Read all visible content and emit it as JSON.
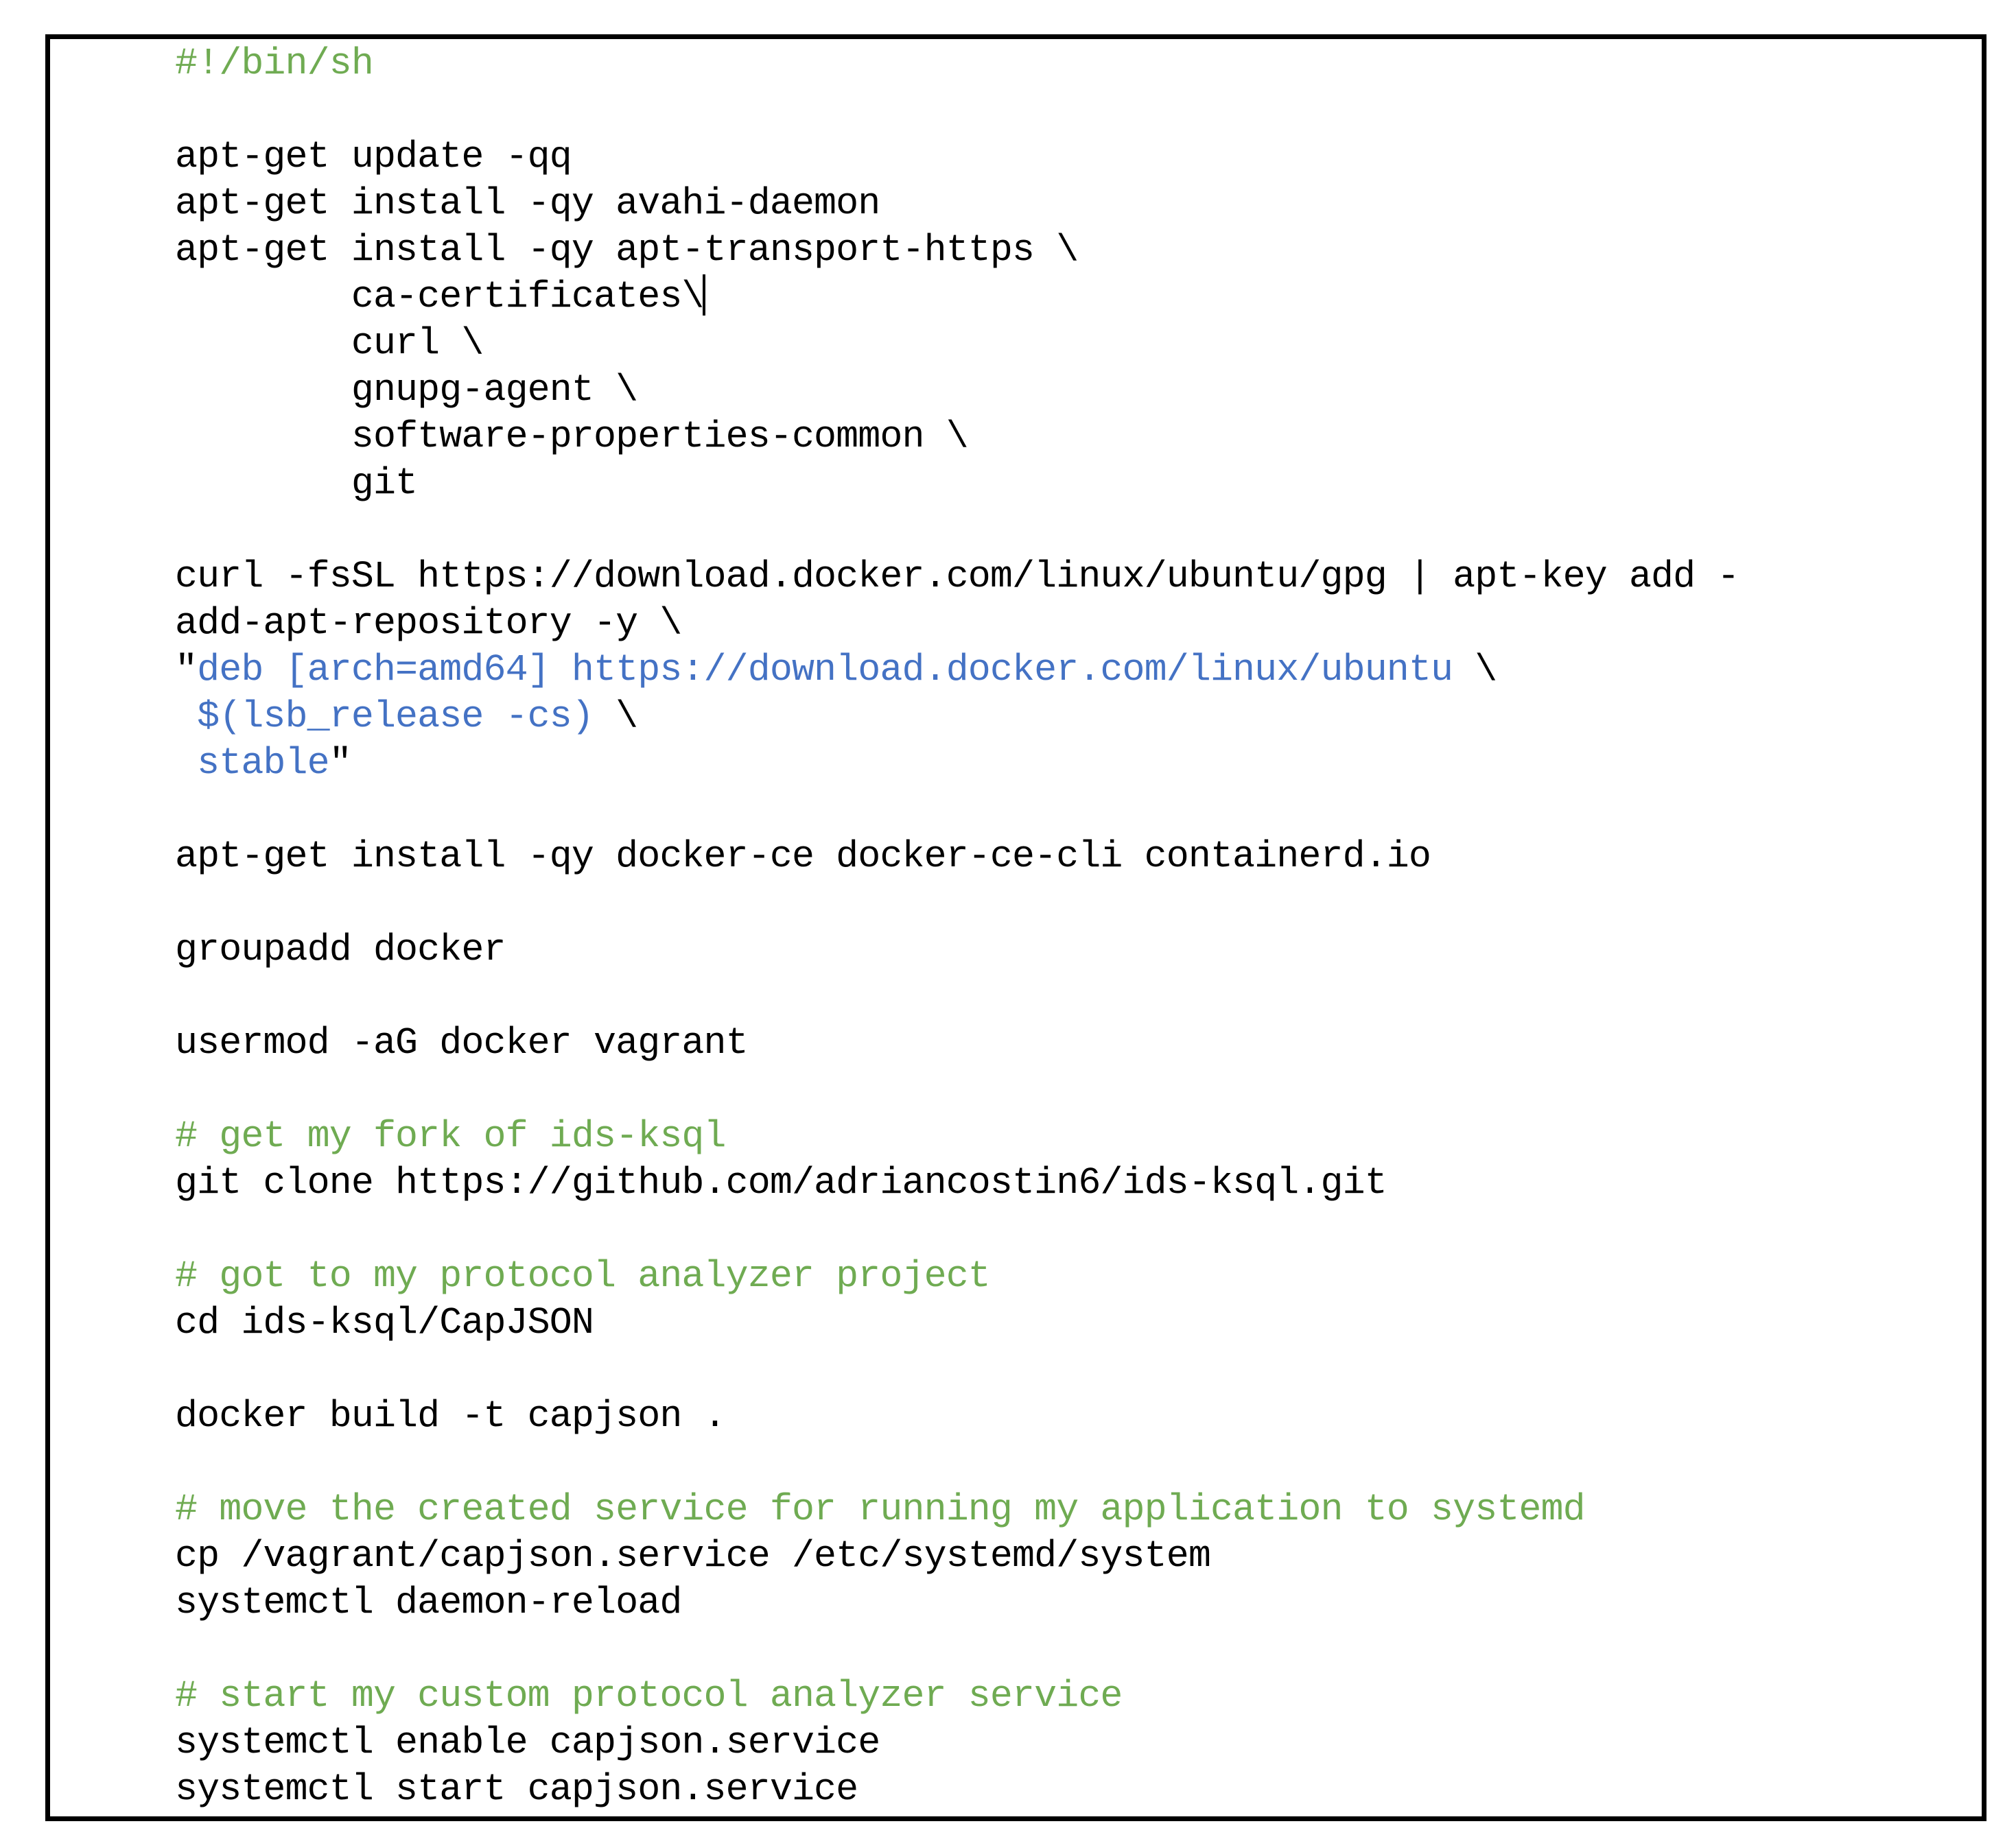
{
  "document": {
    "kind": "code-listing",
    "language": "shell",
    "border_color": "#000000",
    "background_color": "#ffffff"
  },
  "colors": {
    "comment": "#6fab52",
    "string": "#4472c4",
    "plain": "#000000"
  },
  "code": {
    "lines": [
      {
        "id": "l01",
        "type": "comment",
        "text": "#!/bin/sh"
      },
      {
        "id": "l02",
        "type": "blank",
        "text": ""
      },
      {
        "id": "l03",
        "type": "plain",
        "text": "apt-get update -qq"
      },
      {
        "id": "l04",
        "type": "plain",
        "text": "apt-get install -qy avahi-daemon"
      },
      {
        "id": "l05",
        "type": "plain",
        "text": "apt-get install -qy apt-transport-https \\"
      },
      {
        "id": "l06",
        "type": "plain-caret",
        "text": "        ca-certificates\\"
      },
      {
        "id": "l07",
        "type": "plain",
        "text": "        curl \\"
      },
      {
        "id": "l08",
        "type": "plain",
        "text": "        gnupg-agent \\"
      },
      {
        "id": "l09",
        "type": "plain",
        "text": "        software-properties-common \\"
      },
      {
        "id": "l10",
        "type": "plain",
        "text": "        git"
      },
      {
        "id": "l11",
        "type": "blank",
        "text": ""
      },
      {
        "id": "l12",
        "type": "plain",
        "text": "curl -fsSL https://download.docker.com/linux/ubuntu/gpg | apt-key add -"
      },
      {
        "id": "l13",
        "type": "plain",
        "text": "add-apt-repository -y \\"
      },
      {
        "id": "l14",
        "type": "mixed",
        "segments": [
          {
            "style": "plain",
            "text": "\""
          },
          {
            "style": "string",
            "text": "deb [arch=amd64] https://download.docker.com/linux/ubuntu"
          },
          {
            "style": "plain",
            "text": " \\"
          }
        ]
      },
      {
        "id": "l15",
        "type": "mixed",
        "segments": [
          {
            "style": "string",
            "text": " $(lsb_release -cs)"
          },
          {
            "style": "plain",
            "text": " \\"
          }
        ]
      },
      {
        "id": "l16",
        "type": "mixed",
        "segments": [
          {
            "style": "string",
            "text": " stable"
          },
          {
            "style": "plain",
            "text": "\""
          }
        ]
      },
      {
        "id": "l17",
        "type": "blank",
        "text": ""
      },
      {
        "id": "l18",
        "type": "plain",
        "text": "apt-get install -qy docker-ce docker-ce-cli containerd.io"
      },
      {
        "id": "l19",
        "type": "blank",
        "text": ""
      },
      {
        "id": "l20",
        "type": "plain",
        "text": "groupadd docker"
      },
      {
        "id": "l21",
        "type": "blank",
        "text": ""
      },
      {
        "id": "l22",
        "type": "plain",
        "text": "usermod -aG docker vagrant"
      },
      {
        "id": "l23",
        "type": "blank",
        "text": ""
      },
      {
        "id": "l24",
        "type": "comment",
        "text": "# get my fork of ids-ksql"
      },
      {
        "id": "l25",
        "type": "plain",
        "text": "git clone https://github.com/adriancostin6/ids-ksql.git"
      },
      {
        "id": "l26",
        "type": "blank",
        "text": ""
      },
      {
        "id": "l27",
        "type": "comment",
        "text": "# got to my protocol analyzer project"
      },
      {
        "id": "l28",
        "type": "plain",
        "text": "cd ids-ksql/CapJSON"
      },
      {
        "id": "l29",
        "type": "blank",
        "text": ""
      },
      {
        "id": "l30",
        "type": "plain",
        "text": "docker build -t capjson ."
      },
      {
        "id": "l31",
        "type": "blank",
        "text": ""
      },
      {
        "id": "l32",
        "type": "comment",
        "text": "# move the created service for running my application to systemd"
      },
      {
        "id": "l33",
        "type": "plain",
        "text": "cp /vagrant/capjson.service /etc/systemd/system"
      },
      {
        "id": "l34",
        "type": "plain",
        "text": "systemctl daemon-reload"
      },
      {
        "id": "l35",
        "type": "blank",
        "text": ""
      },
      {
        "id": "l36",
        "type": "comment",
        "text": "# start my custom protocol analyzer service"
      },
      {
        "id": "l37",
        "type": "plain",
        "text": "systemctl enable capjson.service"
      },
      {
        "id": "l38",
        "type": "plain",
        "text": "systemctl start capjson.service"
      }
    ]
  }
}
